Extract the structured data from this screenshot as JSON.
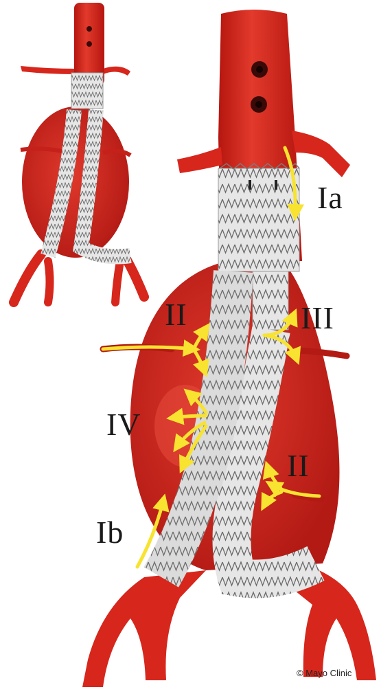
{
  "labels": {
    "type_ia": "Ia",
    "type_ii_upper": "II",
    "type_iii": "III",
    "type_iv": "IV",
    "type_ii_lower": "II",
    "type_ib": "Ib"
  },
  "credit": "© Mayo Clinic",
  "colors": {
    "vessel": "#d7261c",
    "vessel_dark": "#a8120c",
    "aneurysm": "#c5201a",
    "stent_fabric": "#e8e8e8",
    "stent_wire": "#6a6a6a",
    "leak_arrow": "#f7e330",
    "label_text": "#1a1a1a"
  }
}
